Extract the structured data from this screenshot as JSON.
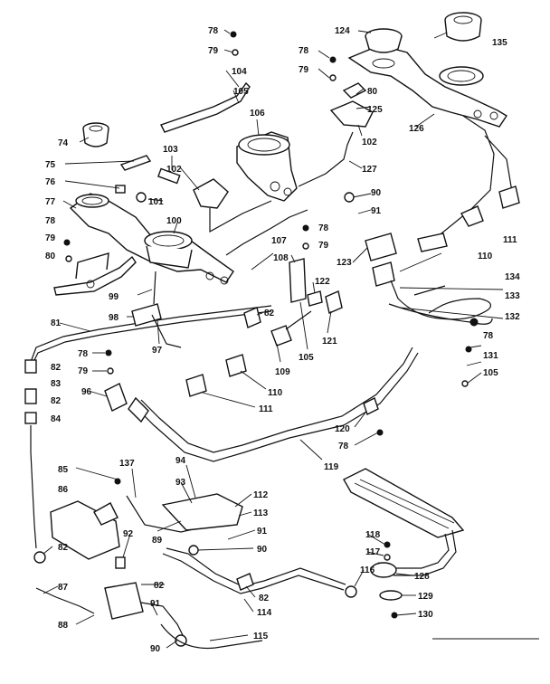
{
  "diagram": {
    "labels": [
      {
        "id": "l74",
        "text": "74"
      },
      {
        "id": "l75",
        "text": "75"
      },
      {
        "id": "l76",
        "text": "76"
      },
      {
        "id": "l77",
        "text": "77"
      },
      {
        "id": "l78a",
        "text": "78"
      },
      {
        "id": "l79a",
        "text": "79"
      },
      {
        "id": "l80a",
        "text": "80"
      },
      {
        "id": "l78b",
        "text": "78"
      },
      {
        "id": "l79b",
        "text": "79"
      },
      {
        "id": "l104",
        "text": "104"
      },
      {
        "id": "l105a",
        "text": "105"
      },
      {
        "id": "l106",
        "text": "106"
      },
      {
        "id": "l103",
        "text": "103"
      },
      {
        "id": "l102a",
        "text": "102"
      },
      {
        "id": "l101",
        "text": "101"
      },
      {
        "id": "l100",
        "text": "100"
      },
      {
        "id": "l124",
        "text": "124"
      },
      {
        "id": "l135",
        "text": "135"
      },
      {
        "id": "l78c",
        "text": "78"
      },
      {
        "id": "l79c",
        "text": "79"
      },
      {
        "id": "l80b",
        "text": "80"
      },
      {
        "id": "l125",
        "text": "125"
      },
      {
        "id": "l126",
        "text": "126"
      },
      {
        "id": "l102b",
        "text": "102"
      },
      {
        "id": "l127",
        "text": "127"
      },
      {
        "id": "l90a",
        "text": "90"
      },
      {
        "id": "l91a",
        "text": "91"
      },
      {
        "id": "l111a",
        "text": "111"
      },
      {
        "id": "l110a",
        "text": "110"
      },
      {
        "id": "l134",
        "text": "134"
      },
      {
        "id": "l133",
        "text": "133"
      },
      {
        "id": "l132",
        "text": "132"
      },
      {
        "id": "l78d",
        "text": "78"
      },
      {
        "id": "l79d",
        "text": "79"
      },
      {
        "id": "l107",
        "text": "107"
      },
      {
        "id": "l108",
        "text": "108"
      },
      {
        "id": "l123",
        "text": "123"
      },
      {
        "id": "l122",
        "text": "122"
      },
      {
        "id": "l121",
        "text": "121"
      },
      {
        "id": "l105b",
        "text": "105"
      },
      {
        "id": "l99",
        "text": "99"
      },
      {
        "id": "l98",
        "text": "98"
      },
      {
        "id": "l97",
        "text": "97"
      },
      {
        "id": "l82a",
        "text": "82"
      },
      {
        "id": "l81",
        "text": "81"
      },
      {
        "id": "l78e",
        "text": "78"
      },
      {
        "id": "l79e",
        "text": "79"
      },
      {
        "id": "l109",
        "text": "109"
      },
      {
        "id": "l110b",
        "text": "110"
      },
      {
        "id": "l111b",
        "text": "111"
      },
      {
        "id": "l82b",
        "text": "82"
      },
      {
        "id": "l83",
        "text": "83"
      },
      {
        "id": "l82c",
        "text": "82"
      },
      {
        "id": "l84",
        "text": "84"
      },
      {
        "id": "l96",
        "text": "96"
      },
      {
        "id": "l78f",
        "text": "78"
      },
      {
        "id": "l131",
        "text": "131"
      },
      {
        "id": "l105c",
        "text": "105"
      },
      {
        "id": "l120",
        "text": "120"
      },
      {
        "id": "l78g",
        "text": "78"
      },
      {
        "id": "l119",
        "text": "119"
      },
      {
        "id": "l85",
        "text": "85"
      },
      {
        "id": "l137",
        "text": "137"
      },
      {
        "id": "l94",
        "text": "94"
      },
      {
        "id": "l93",
        "text": "93"
      },
      {
        "id": "l112",
        "text": "112"
      },
      {
        "id": "l86",
        "text": "86"
      },
      {
        "id": "l113",
        "text": "113"
      },
      {
        "id": "l91b",
        "text": "91"
      },
      {
        "id": "l89",
        "text": "89"
      },
      {
        "id": "l92",
        "text": "92"
      },
      {
        "id": "l90b",
        "text": "90"
      },
      {
        "id": "l82d",
        "text": "82"
      },
      {
        "id": "l82e",
        "text": "82"
      },
      {
        "id": "l118",
        "text": "118"
      },
      {
        "id": "l117",
        "text": "117"
      },
      {
        "id": "l116",
        "text": "116"
      },
      {
        "id": "l128",
        "text": "128"
      },
      {
        "id": "l82f",
        "text": "82"
      },
      {
        "id": "l87",
        "text": "87"
      },
      {
        "id": "l129",
        "text": "129"
      },
      {
        "id": "l91c",
        "text": "91"
      },
      {
        "id": "l114",
        "text": "114"
      },
      {
        "id": "l88",
        "text": "88"
      },
      {
        "id": "l130",
        "text": "130"
      },
      {
        "id": "l90c",
        "text": "90"
      },
      {
        "id": "l115",
        "text": "115"
      }
    ]
  }
}
